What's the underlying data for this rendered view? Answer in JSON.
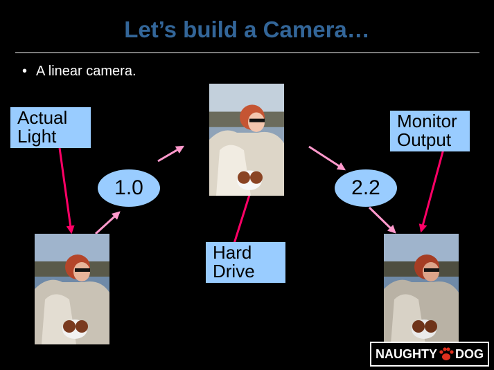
{
  "slide": {
    "title": "Let’s build a Camera…",
    "bullet": "A linear camera."
  },
  "boxes": {
    "actual_light": [
      "Actual",
      "Light"
    ],
    "hard_drive": [
      "Hard",
      "Drive"
    ],
    "monitor_output": [
      "Monitor",
      "Output"
    ]
  },
  "gammas": {
    "encode": "1.0",
    "display": "2.2"
  },
  "logo": {
    "left": "NAUGHTY",
    "right": "DOG"
  },
  "colors": {
    "title": "#336699",
    "box_fill": "#99ccff",
    "arrow_magenta": "#ff0066",
    "arrow_pink": "#ff99cc",
    "background": "#000000"
  }
}
